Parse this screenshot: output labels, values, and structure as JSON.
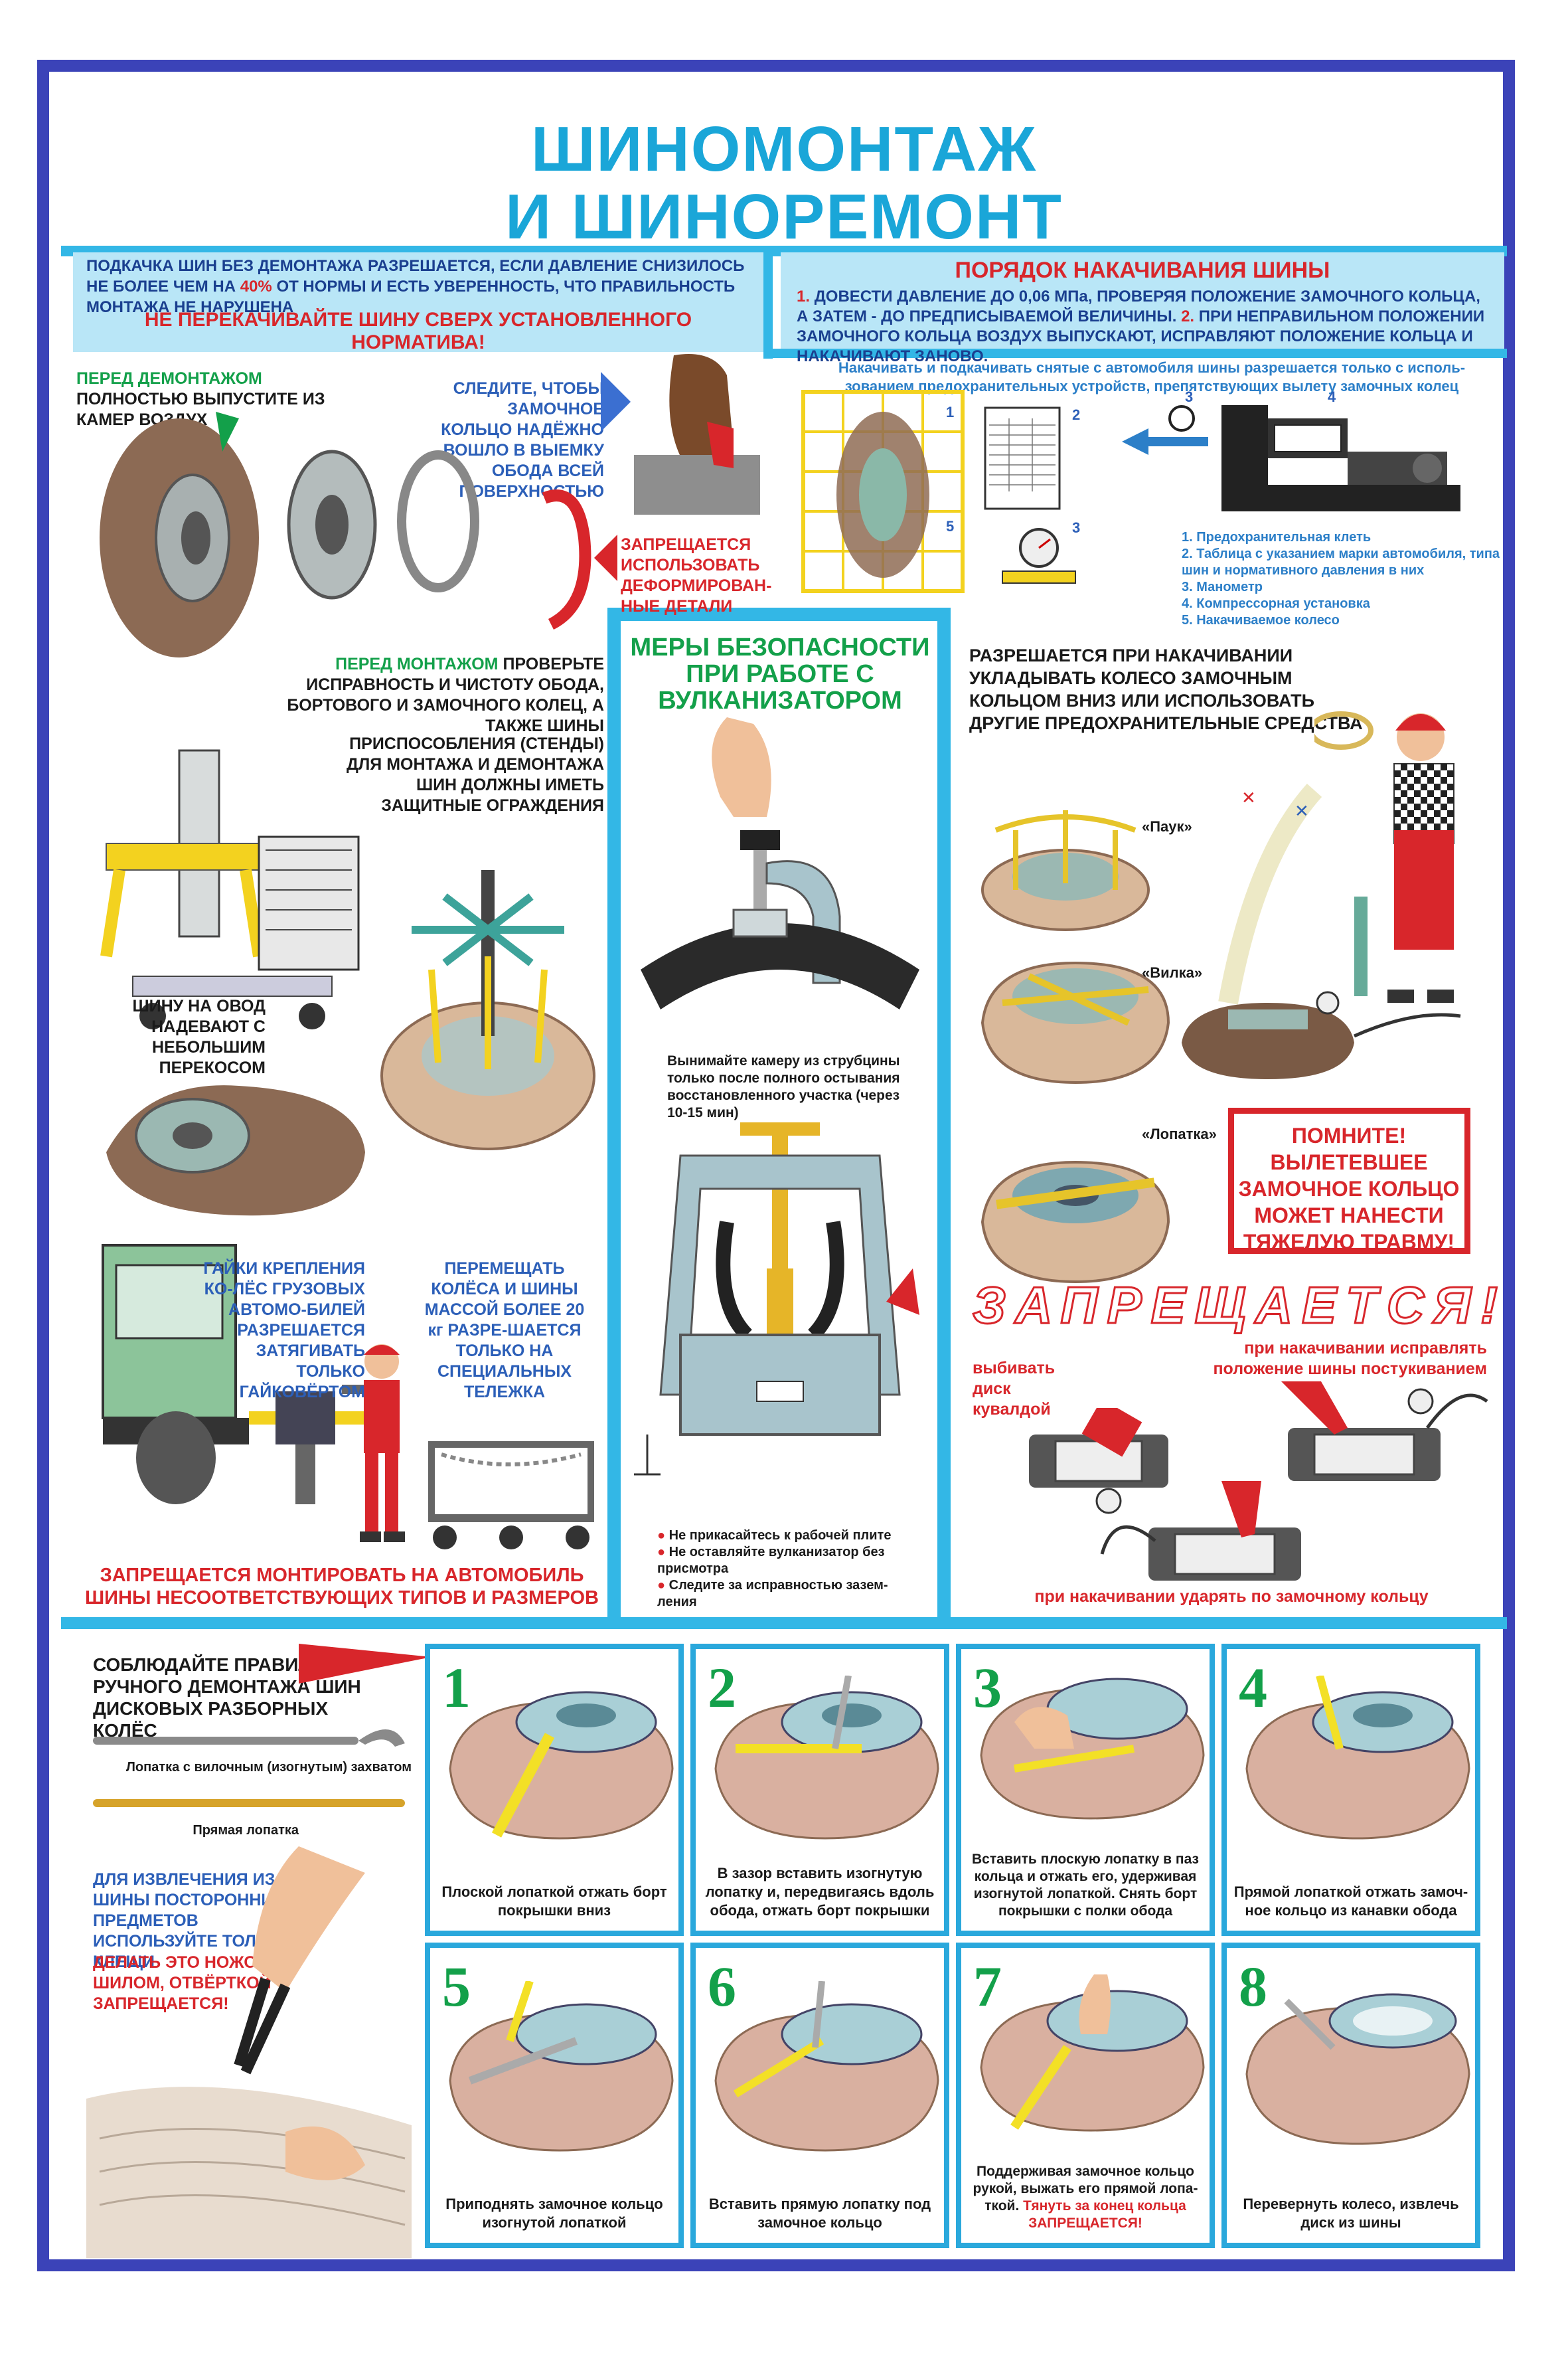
{
  "title": {
    "line1": "ШИНОМОНТАЖ",
    "line2": "И ШИНОРЕМОНТ"
  },
  "intro": {
    "text_a": "ПОДКАЧКА ШИН БЕЗ ДЕМОНТАЖА РАЗРЕШАЕТСЯ, ЕСЛИ ДАВЛЕНИЕ СНИЗИЛОСЬ НЕ БОЛЕЕ ЧЕМ НА",
    "percent": "40%",
    "text_b": "ОТ НОРМЫ И ЕСТЬ УВЕРЕННОСТЬ, ЧТО ПРАВИЛЬНОСТЬ МОНТАЖА НЕ НАРУШЕНА",
    "warning": "НЕ ПЕРЕКАЧИВАЙТЕ ШИНУ СВЕРХ УСТАНОВЛЕННОГО НОРМАТИВА!"
  },
  "inflation_order": {
    "heading": "ПОРЯДОК НАКАЧИВАНИЯ ШИНЫ",
    "n1": "1.",
    "step1": "ДОВЕСТИ ДАВЛЕНИЕ ДО 0,06 МПа, ПРОВЕРЯЯ ПОЛОЖЕНИЕ ЗАМОЧНОГО КОЛЬЦА, А ЗАТЕМ - ДО ПРЕДПИСЫВАЕМОЙ ВЕЛИЧИНЫ.",
    "n2": "2.",
    "step2": "ПРИ НЕПРАВИЛЬНОМ ПОЛОЖЕНИИ ЗАМОЧНОГО КОЛЬЦА ВОЗДУХ ВЫПУСКАЮТ, ИСПРАВЛЯЮТ ПОЛОЖЕНИЕ КОЛЬЦА И НАКАЧИВАЮТ ЗАНОВО."
  },
  "safety_devices_note": "Накачивать и подкачивать снятые с автомобиля шины разрешается только с исполь-зованием предохранительных устройств, препятствующих вылету замочных колец",
  "legend": {
    "item1": "1. Предохранительная клеть",
    "item2": "2. Таблицa с указанием марки автомобиля, типа шин и нормативного давления в них",
    "item3": "3. Манометр",
    "item4": "4. Компрессорная установка",
    "item5": "5. Накачиваемое колесо",
    "c1": "1",
    "c2": "2",
    "c3": "3",
    "c3b": "3",
    "c4": "4",
    "c5": "5"
  },
  "dismount": {
    "before_a": "ПЕРЕД ДЕМОНТАЖОМ",
    "before_b": "ПОЛНОСТЬЮ ВЫПУСТИТЕ ИЗ КАМЕР ВОЗДУХ",
    "lock_ring": "СЛЕДИТЕ, ЧТОБЫ ЗАМОЧНОЕ КОЛЬЦО НАДЁЖНО ВОШЛО В ВЫЕМКУ ОБОДА ВСЕЙ ПОВЕРХНОСТЬЮ",
    "deformed": "ЗАПРЕЩАЕТСЯ ИСПОЛЬЗОВАТЬ ДЕФОРМИРОВАН-НЫЕ ДЕТАЛИ",
    "mount_a": "ПЕРЕД МОНТАЖОМ",
    "mount_b": "ПРОВЕРЬТЕ ИСПРАВНОСТЬ И ЧИСТОТУ ОБОДА, БОРТОВОГО И ЗАМОЧНОГО КОЛЕЦ, А ТАКЖЕ ШИНЫ",
    "stands": "ПРИСПОСОБЛЕНИЯ (СТЕНДЫ) ДЛЯ МОНТАЖА И ДЕМОНТАЖА ШИН ДОЛЖНЫ ИМЕТЬ ЗАЩИТНЫЕ ОГРАЖДЕНИЯ",
    "skew": "ШИНУ НА ОВОД НАДЕВАЮТ С НЕБОЛЬШИМ ПЕРЕКОСОМ",
    "nuts": "ГАЙКИ КРЕПЛЕНИЯ КО-ЛЁС ГРУЗОВЫХ АВТОМО-БИЛЕЙ РАЗРЕШАЕТСЯ ЗАТЯГИВАТЬ ТОЛЬКО ГАЙКОВЁРТОМ",
    "move": "ПЕРЕМЕЩАТЬ КОЛЁСА И ШИНЫ МАССОЙ БОЛЕЕ 20 кг РАЗРЕ-ШАЕТСЯ ТОЛЬКО НА СПЕЦИАЛЬНЫХ ТЕЛЕЖКА",
    "forbid_types": "ЗАПРЕЩАЕТСЯ МОНТИРОВАТЬ НА АВТОМОБИЛЬ ШИНЫ НЕСООТВЕТСТВУЮЩИХ ТИПОВ И РАЗМЕРОВ"
  },
  "vulcanizer": {
    "heading": "МЕРЫ БЕЗОПАСНОСТИ ПРИ РАБОТЕ С ВУЛКАНИЗАТОРОМ",
    "remove": "Вынимайте камеру из струбцины только после полного остывания восстановленного участка (через 10-15 мин)",
    "b1": "Не прикасайтесь к рабочей плите",
    "b2": "Не оставляйте вулканизатор без присмотра",
    "b3": "Следите за исправностью зазем-ления"
  },
  "right_side": {
    "allowed": "РАЗРЕШАЕТСЯ ПРИ НАКАЧИВАНИИ УКЛАДЫВАТЬ КОЛЕСО ЗАМОЧНЫМ КОЛЬЦОМ ВНИЗ ИЛИ ИСПОЛЬЗОВАТЬ ДРУГИЕ ПРЕДОХРАНИТЕЛЬНЫЕ СРЕДСТВА",
    "spider": "«Паук»",
    "fork": "«Вилка»",
    "blade": "«Лопатка»",
    "remember": "ПОМНИТЕ! ВЫЛЕТЕВШЕЕ ЗАМОЧНОЕ КОЛЬЦО МОЖЕТ НАНЕСТИ ТЯЖЕЛУЮ ТРАВМУ!",
    "forbidden": "ЗАПРЕЩАЕТСЯ!",
    "sledge": "выбивать диск кувалдой",
    "tap": "при накачивании исправлять положение шины постукиванием",
    "hit": "при накачивании ударять по замочному кольцу"
  },
  "manual": {
    "rules": "СОБЛЮДАЙТЕ ПРАВИЛА РУЧНОГО ДЕМОНТАЖА ШИН ДИСКОВЫХ РАЗБОРНЫХ КОЛЁС",
    "fork_lever": "Лопатка с вилочным (изогнутым) захватом",
    "straight_lever": "Прямая лопатка",
    "pliers": "ДЛЯ ИЗВЛЕЧЕНИЯ ИЗ ШИНЫ ПОСТОРОННИХ ПРЕДМЕТОВ ИСПОЛЬЗУЙТЕ ТОЛЬКО КЛЕЩИ",
    "no_knife": "ДЕЛАТЬ ЭТО НОЖОМ, ШИЛОМ, ОТВЁРТКОЙ ЗАПРЕЩАЕТСЯ!"
  },
  "steps": [
    {
      "num": "1",
      "caption": "Плоской лопаткой отжать борт покрышки вниз"
    },
    {
      "num": "2",
      "caption": "В зазор вставить изогнутую лопатку и, передвигаясь вдоль обода, отжать борт покрышки"
    },
    {
      "num": "3",
      "caption": "Вставить плоскую лопатку в паз кольца и отжать его, удерживая изогнутой лопаткой. Снять борт покрышки с полки обода"
    },
    {
      "num": "4",
      "caption": "Прямой лопаткой отжать замоч-ное кольцо из канавки обода"
    },
    {
      "num": "5",
      "caption": "Приподнять замочное кольцо изогнутой лопаткой"
    },
    {
      "num": "6",
      "caption": "Вставить прямую лопатку под замочное кольцо"
    },
    {
      "num": "7",
      "caption": "Поддерживая замочное кольцо рукой, выжать его прямой лопа-ткой.",
      "caption_red": "Тянуть за конец кольца ЗАПРЕЩАЕТСЯ!"
    },
    {
      "num": "8",
      "caption": "Перевернуть колесо, извлечь диск из шины"
    }
  ],
  "colors": {
    "frame": "#3b43b8",
    "accent": "#33b7e6",
    "title": "#1aa6d8",
    "warning": "#d8262b",
    "step_green": "#13a04a"
  }
}
